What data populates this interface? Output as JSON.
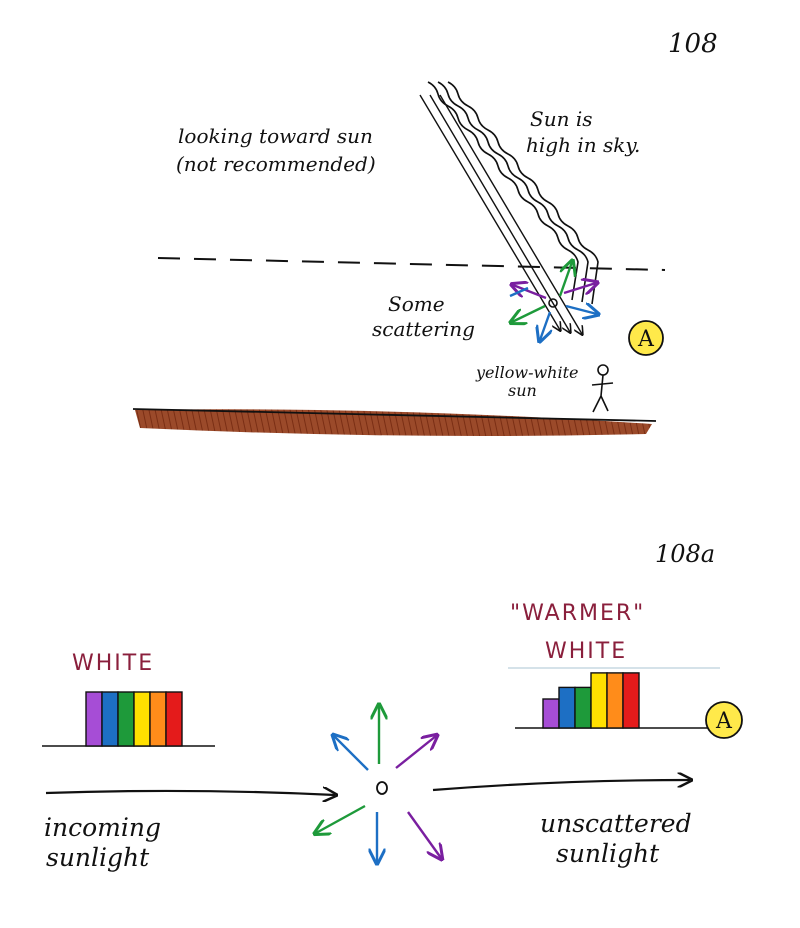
{
  "colors": {
    "ink": "#111111",
    "ground": "#8b3a1f",
    "circle_fill": "#ffe94a",
    "maroon": "#8a1f3c",
    "green": "#1e9a3a",
    "blue": "#1d6fc4",
    "purple": "#7a1fa0",
    "red": "#e41b1b",
    "orange": "#ff8c1a",
    "yellow": "#ffe000",
    "violet": "#a64dd6"
  },
  "top": {
    "page_number": "108",
    "looking_label_line1": "looking toward sun",
    "looking_label_line2": "(not recommended)",
    "sun_label_line1": "Sun is",
    "sun_label_line2": "high in sky.",
    "scattering_line1": "Some",
    "scattering_line2": "scattering",
    "yellow_white_line1": "yellow-white",
    "yellow_white_line2": "sun",
    "marker_label": "A"
  },
  "bottom": {
    "page_number": "108a",
    "white_label": "WHITE",
    "warmer_line1": "\"WARMER\"",
    "warmer_line2": "WHITE",
    "incoming_line1": "incoming",
    "incoming_line2": "sunlight",
    "unscattered_line1": "unscattered",
    "unscattered_line2": "sunlight",
    "marker_label": "A",
    "white_spectrum": [
      {
        "color": "violet",
        "level": 1.0
      },
      {
        "color": "blue",
        "level": 1.0
      },
      {
        "color": "green",
        "level": 1.0
      },
      {
        "color": "yellow",
        "level": 1.0
      },
      {
        "color": "orange",
        "level": 1.0
      },
      {
        "color": "red",
        "level": 1.0
      }
    ],
    "warmer_spectrum": [
      {
        "color": "violet",
        "level": 0.5
      },
      {
        "color": "blue",
        "level": 0.7
      },
      {
        "color": "green",
        "level": 0.7
      },
      {
        "color": "yellow",
        "level": 0.95
      },
      {
        "color": "orange",
        "level": 0.95
      },
      {
        "color": "red",
        "level": 0.95
      }
    ]
  }
}
